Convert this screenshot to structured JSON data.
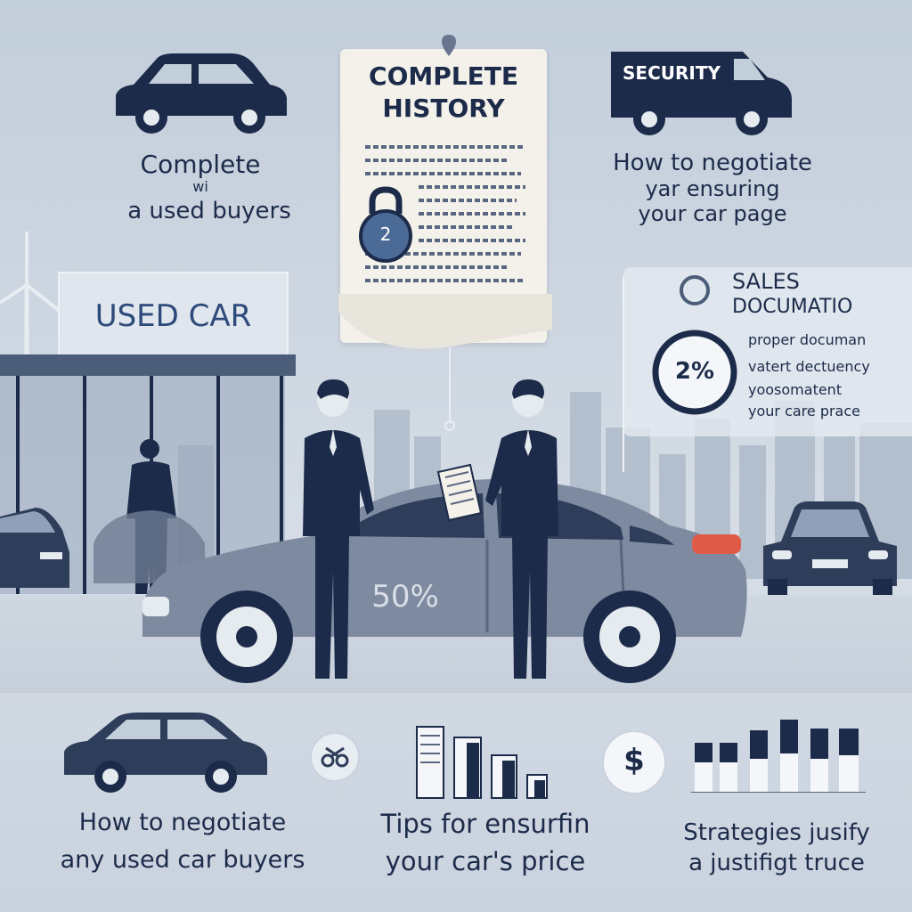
{
  "top_left": {
    "line1": "Complete",
    "line2": "wi",
    "line3": "a used   buyers"
  },
  "history_card": {
    "title1": "COMPLETE",
    "title2": "HISTORY",
    "lock_badge": "2"
  },
  "top_right": {
    "van_label": "SECURITY",
    "line1": "How to negotiate",
    "line2": "yar ensuring",
    "line3": "your car page"
  },
  "sign": {
    "label": "USED CAR"
  },
  "sales_card": {
    "title1": "SALES",
    "title2": "DOCUMATIO",
    "badge": "2%",
    "lines": [
      "proper documan",
      "vatert dectuency",
      "yoosomatent",
      "your care prace"
    ]
  },
  "car_badge": "50%",
  "bottom": [
    {
      "line1": "How to negotiate",
      "line2": "any used car buyers"
    },
    {
      "line1": "Tips for ensurfin",
      "line2": "your car's price"
    },
    {
      "line1": "Strategies jusify",
      "line2": "a justifigt truce"
    }
  ],
  "dollar_symbol": "$",
  "colors": {
    "navy": "#1c2b4a",
    "accent_red": "#e05a4a",
    "background": "#c9d2de"
  }
}
